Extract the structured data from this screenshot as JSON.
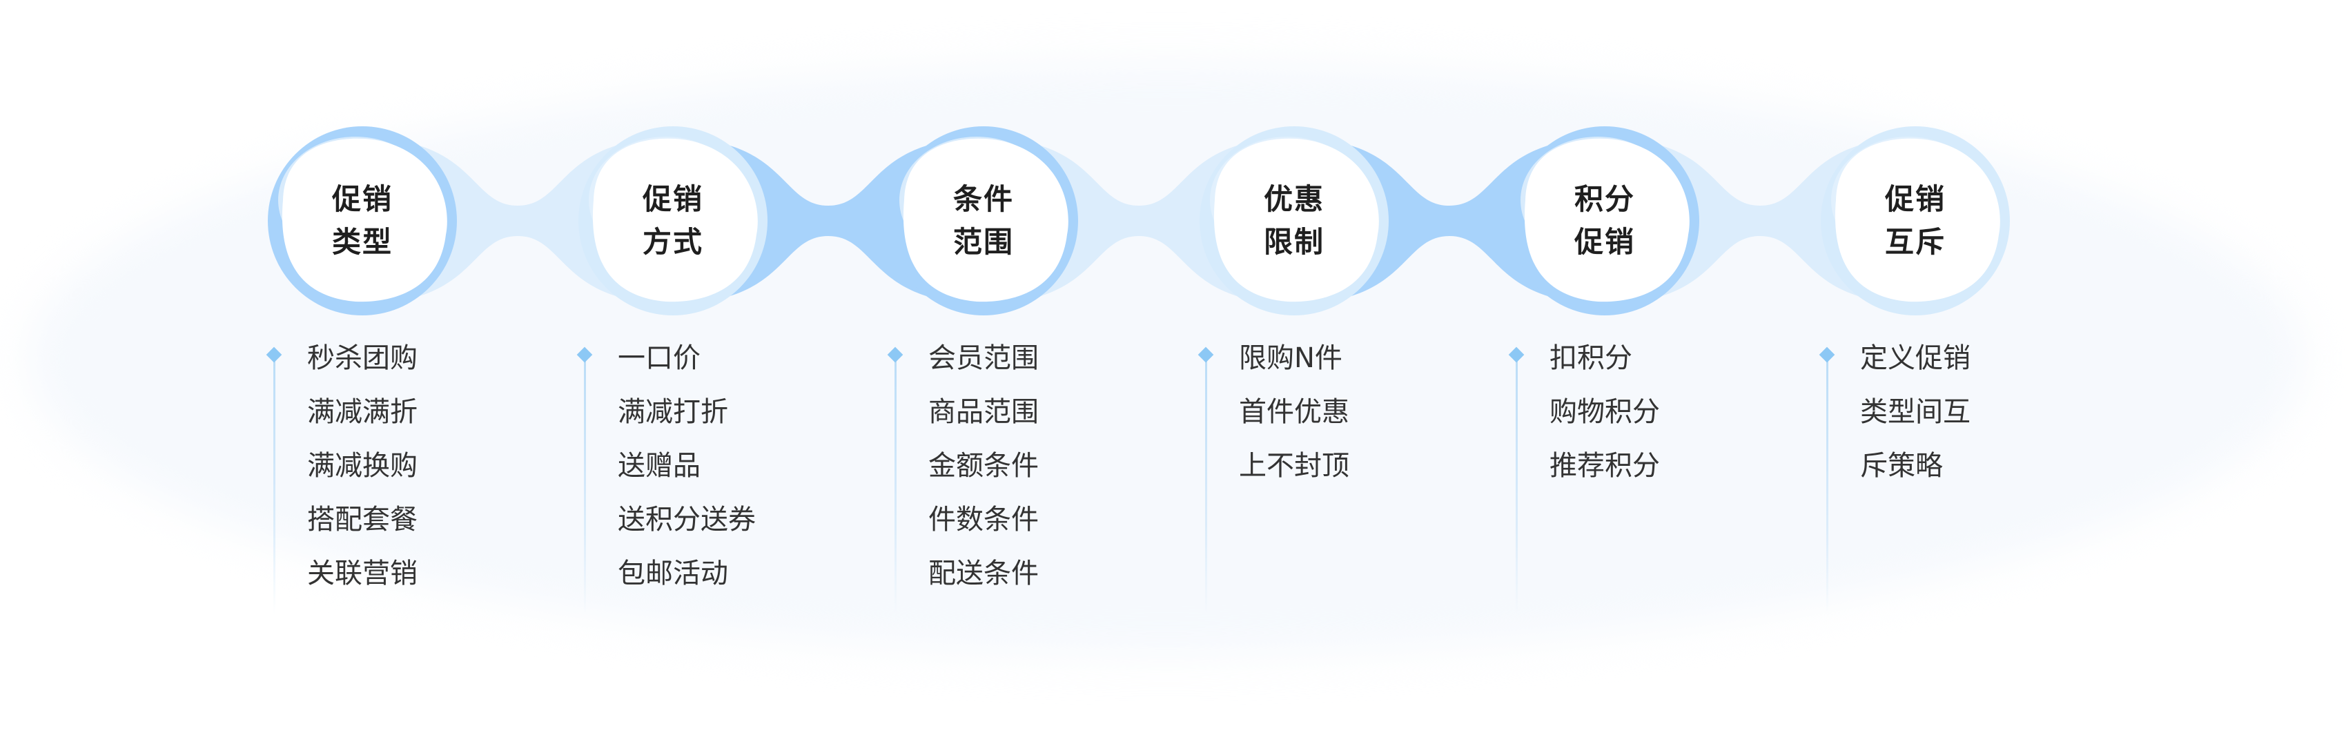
{
  "nodes": [
    {
      "line1": "促销",
      "line2": "类型",
      "items": [
        "秒杀团购",
        "满减满折",
        "满减换购",
        "搭配套餐",
        "关联营销"
      ]
    },
    {
      "line1": "促销",
      "line2": "方式",
      "items": [
        "一口价",
        "满减打折",
        "送赠品",
        "送积分送券",
        "包邮活动"
      ]
    },
    {
      "line1": "条件",
      "line2": "范围",
      "items": [
        "会员范围",
        "商品范围",
        "金额条件",
        "件数条件",
        "配送条件"
      ]
    },
    {
      "line1": "优惠",
      "line2": "限制",
      "items": [
        "限购N件",
        "首件优惠",
        "上不封顶"
      ]
    },
    {
      "line1": "积分",
      "line2": "促销",
      "items": [
        "扣积分",
        "购物积分",
        "推荐积分"
      ]
    },
    {
      "line1": "促销",
      "line2": "互斥",
      "items": [
        "定义促销",
        "类型间互",
        "斥策略"
      ]
    }
  ],
  "colors": {
    "dark_ring": "#a8d3fb",
    "light_ring": "#d6ebfc",
    "connector_dark": "#a8d3fb",
    "connector_light": "#dcedfc",
    "text": "#333333",
    "title": "#1f1f1f",
    "marker": "#8cc8f5"
  }
}
